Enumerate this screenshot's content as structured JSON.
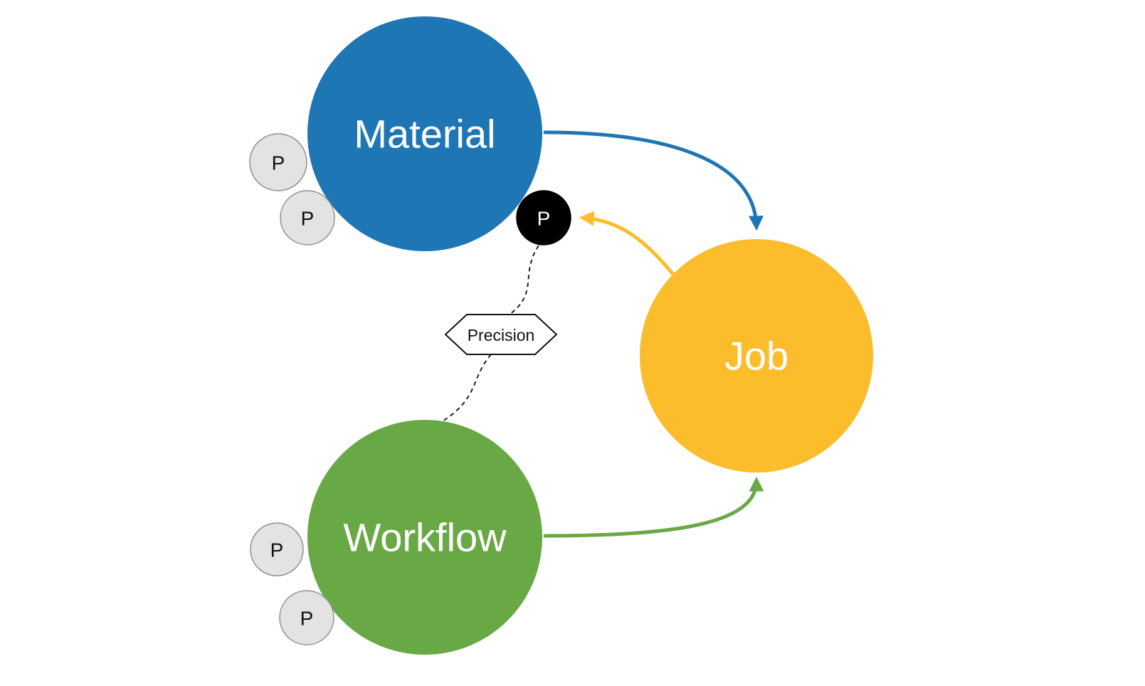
{
  "diagram": {
    "nodes": {
      "material": {
        "label": "Material",
        "color": "#1f76b4",
        "text_color": "#ffffff",
        "stroke": "#111111"
      },
      "job": {
        "label": "Job",
        "color": "#fbbd2c",
        "text_color": "#ffffff",
        "stroke": "#111111"
      },
      "workflow": {
        "label": "Workflow",
        "color": "#69a945",
        "text_color": "#ffffff",
        "stroke": "#111111"
      }
    },
    "ports": {
      "fill": "#e3e3e3",
      "stroke": "#8f8f8f",
      "text_color": "#111111",
      "black_fill": "#000000",
      "black_stroke": "#000000",
      "black_text_color": "#ffffff",
      "material_port_1": {
        "label": "P"
      },
      "material_port_2": {
        "label": "P"
      },
      "material_port_black": {
        "label": "P"
      },
      "workflow_port_1": {
        "label": "P"
      },
      "workflow_port_2": {
        "label": "P"
      }
    },
    "connector": {
      "label": "Precision",
      "color": "#222222",
      "hex_fill": "#ffffff",
      "hex_stroke": "#111111"
    },
    "arrows": {
      "material_to_job": {
        "color": "#1f76b4"
      },
      "job_to_port": {
        "color": "#fbbd2c"
      },
      "workflow_to_job": {
        "color": "#69a945"
      }
    }
  }
}
